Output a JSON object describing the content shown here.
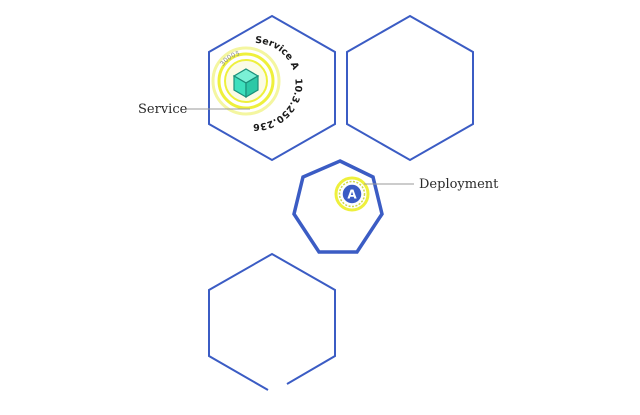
{
  "diagram": {
    "nodes": [
      {
        "id": "node-1",
        "shape": "hexagon"
      },
      {
        "id": "node-2",
        "shape": "hexagon"
      },
      {
        "id": "node-3",
        "shape": "heptagon"
      },
      {
        "id": "node-4",
        "shape": "hexagon"
      }
    ],
    "service": {
      "callout_label": "Service",
      "name": "Service A",
      "ip": "10.3.250.236",
      "port": "30005",
      "icon": "cube-icon"
    },
    "deployment": {
      "callout_label": "Deployment",
      "letter": "A",
      "icon": "deployment-badge-icon"
    }
  },
  "colors": {
    "outline": "#3b5cc4",
    "ring_yellow": "#eef03c",
    "ring_yellow_light": "#f4f6a0",
    "cube_face": "#3de0bd",
    "cube_stroke": "#1b8f7a",
    "badge_fill": "#3b5cc4",
    "leader_line": "#9a9a9a"
  }
}
